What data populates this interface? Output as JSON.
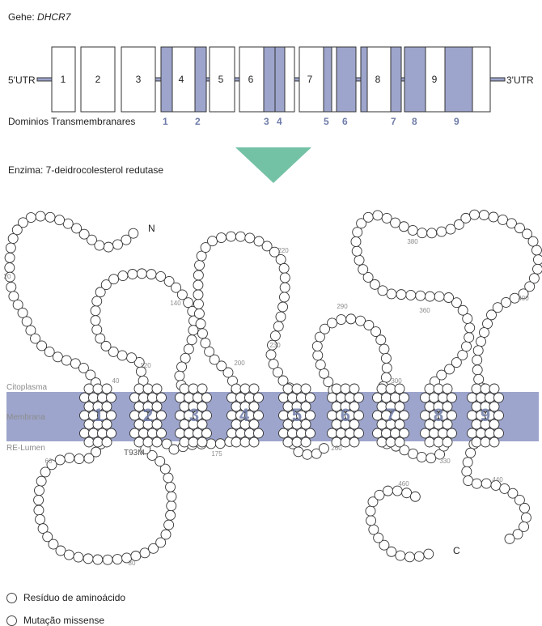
{
  "gene": {
    "label": "Gehe:",
    "name": "DHCR7"
  },
  "utr5": "5'UTR",
  "utr3": "3'UTR",
  "exons": [
    "1",
    "2",
    "3",
    "4",
    "5",
    "6",
    "7",
    "8",
    "9"
  ],
  "tm_domains": {
    "title": "Dominios Transmembranares",
    "numbers": [
      "1",
      "2",
      "3",
      "4",
      "5",
      "6",
      "7",
      "8",
      "9"
    ]
  },
  "enzyme": "Enzima: 7-deidrocolesterol redutase",
  "compartments": {
    "cytoplasm": "Citoplasma",
    "membrane": "Membrana",
    "lumen": "RE-Lumen"
  },
  "termini": {
    "n": "N",
    "c": "C"
  },
  "residue_labels": [
    "20",
    "40",
    "60",
    "80",
    "120",
    "140",
    "175",
    "200",
    "220",
    "230",
    "260",
    "290",
    "300",
    "330",
    "360",
    "380",
    "400",
    "440",
    "460"
  ],
  "mutation": "T93M",
  "helix_numbers": [
    "1",
    "2",
    "3",
    "4",
    "5",
    "6",
    "7",
    "8",
    "9"
  ],
  "legend": {
    "residue": "Resíduo de aminoácido",
    "mutation": "Mutação missense"
  },
  "colors": {
    "tm_fill": "#9da5cc",
    "tm_text": "#6e7ba8",
    "arrow": "#74c2a6"
  }
}
